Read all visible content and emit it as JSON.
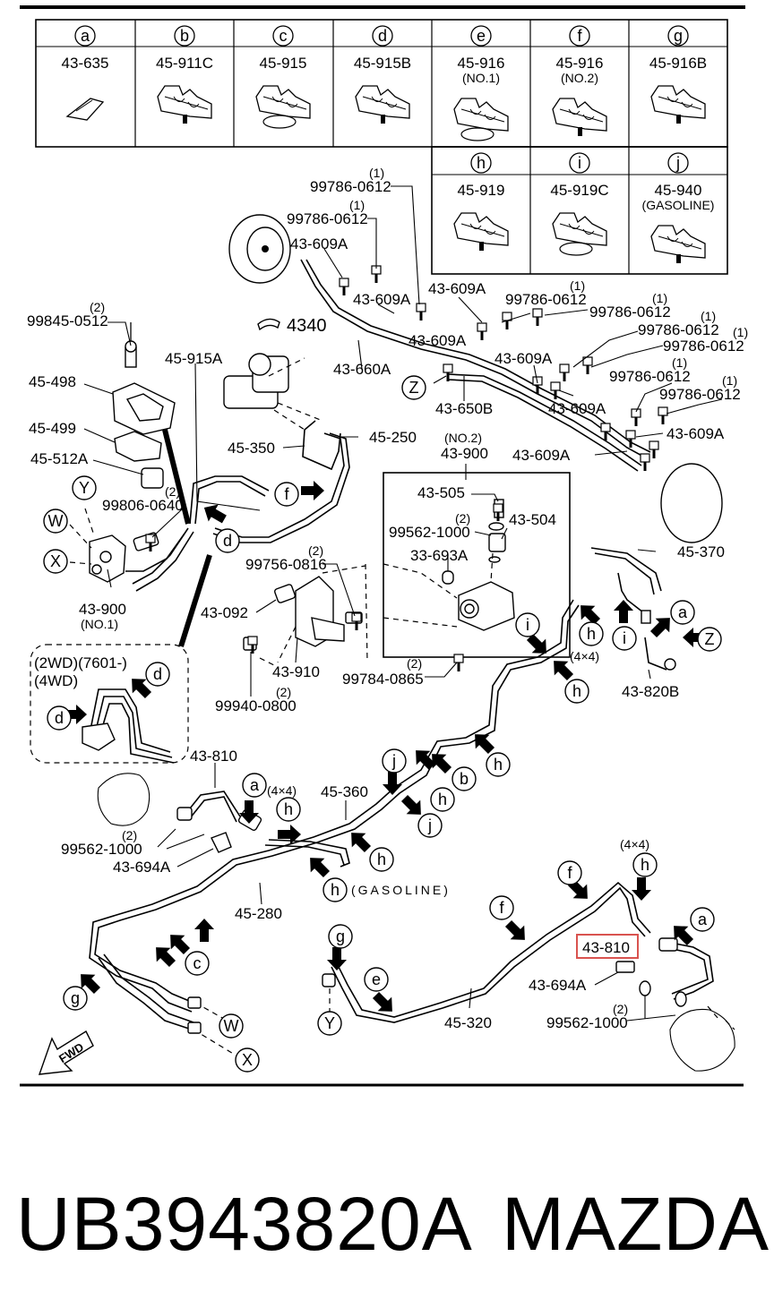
{
  "legend": {
    "row1": [
      {
        "letter": "a",
        "part": "43-635",
        "note": ""
      },
      {
        "letter": "b",
        "part": "45-911C",
        "note": ""
      },
      {
        "letter": "c",
        "part": "45-915",
        "note": ""
      },
      {
        "letter": "d",
        "part": "45-915B",
        "note": ""
      },
      {
        "letter": "e",
        "part": "45-916",
        "note": "(NO.1)"
      },
      {
        "letter": "f",
        "part": "45-916",
        "note": "(NO.2)"
      },
      {
        "letter": "g",
        "part": "45-916B",
        "note": ""
      }
    ],
    "row2": [
      {
        "letter": "h",
        "part": "45-919",
        "note": ""
      },
      {
        "letter": "i",
        "part": "45-919C",
        "note": ""
      },
      {
        "letter": "j",
        "part": "45-940",
        "note": "(GASOLINE)"
      }
    ]
  },
  "labels": {
    "l99786_1": "99786-0612",
    "q1": "(1)",
    "l99786_2": "99786-0612",
    "l43609A": "43-609A",
    "l4340": "4340",
    "l99845": "99845-0512",
    "q2": "(2)",
    "l45498": "45-498",
    "l45499": "45-499",
    "l45512A": "45-512A",
    "l45915A": "45-915A",
    "l43660A": "43-660A",
    "l43650B": "43-650B",
    "l45350": "45-350",
    "l45250": "45-250",
    "l99806": "99806-0640",
    "l43900_1": "43-900",
    "no1": "(NO.1)",
    "no2": "(NO.2)",
    "l43900_2": "43-900",
    "l43505": "43-505",
    "l99562": "99562-1000",
    "l43504": "43-504",
    "l33693A": "33-693A",
    "l99756": "99756-0816",
    "l43092": "43-092",
    "l43910": "43-910",
    "l99784": "99784-0865",
    "l99940": "99940-0800",
    "l45370": "45-370",
    "l43820B": "43-820B",
    "x4": "(4×4)",
    "twoWD": "(2WD)(7601-)",
    "fourWD": "(4WD)",
    "l43810": "43-810",
    "l43694A": "43-694A",
    "l45360": "45-360",
    "l45280": "45-280",
    "gasoline_h": "(GASOLINE)",
    "l45320": "45-320",
    "fwd": "FWD",
    "Y": "Y",
    "W": "W",
    "X": "X",
    "Z": "Z",
    "a": "a",
    "b": "b",
    "c": "c",
    "d": "d",
    "e": "e",
    "f": "f",
    "g": "g",
    "h": "h",
    "i": "i",
    "j": "j"
  },
  "highlight": {
    "part": "43-810",
    "color": "#d9534f"
  },
  "footer": {
    "part_number": "UB3943820A",
    "brand": "MAZDA"
  }
}
